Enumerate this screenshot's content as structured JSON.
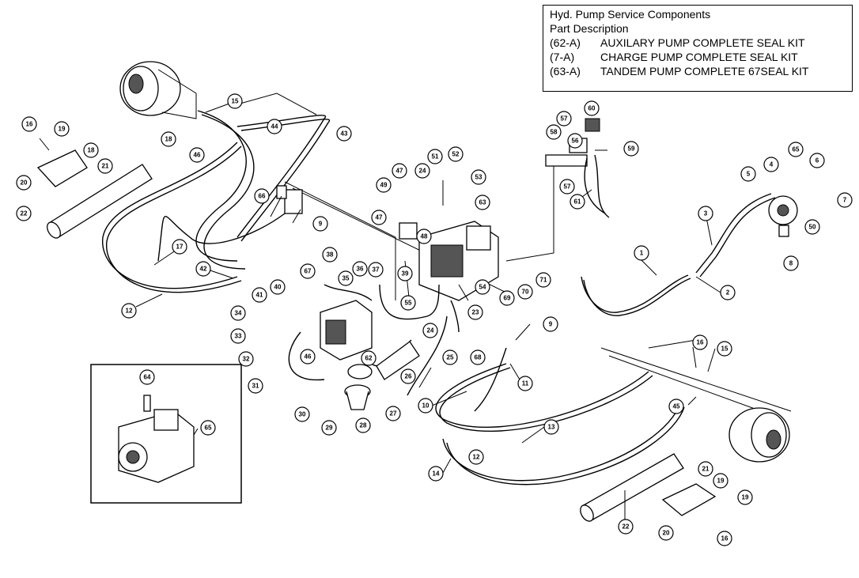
{
  "legend": {
    "title": "Hyd. Pump Service Components",
    "header": "Part Description",
    "rows": [
      {
        "code": "(62-A)",
        "desc": "AUXILARY PUMP COMPLETE SEAL KIT"
      },
      {
        "code": "(7-A)",
        "desc": "CHARGE PUMP COMPLETE SEAL KIT"
      },
      {
        "code": "(63-A)",
        "desc": "TANDEM PUMP COMPLETE 67SEAL KIT"
      }
    ]
  },
  "callouts": {
    "c15a": "15",
    "c16a": "16",
    "c19a": "19",
    "c18": "18",
    "c21a": "21",
    "c20a": "20",
    "c22a": "22",
    "c18b": "18",
    "c46": "46",
    "c44": "44",
    "c43": "43",
    "c66": "66",
    "c9a": "9",
    "c17": "17",
    "c42": "42",
    "c12a": "12",
    "c47a": "47",
    "c24a": "24",
    "c51": "51",
    "c52": "52",
    "c53": "53",
    "c49": "49",
    "c47b": "47",
    "c48": "48",
    "c63": "63",
    "c39": "39",
    "c54": "54",
    "c38": "38",
    "c36": "36",
    "c37": "37",
    "c67": "67",
    "c35": "35",
    "c40": "40",
    "c41": "41",
    "c34": "34",
    "c33": "33",
    "c32": "32",
    "c31": "31",
    "c46b": "46",
    "c62": "62",
    "c55": "55",
    "c24b": "24",
    "c23": "23",
    "c25": "25",
    "c26": "26",
    "c27": "27",
    "c28": "28",
    "c29": "29",
    "c30": "30",
    "c68": "68",
    "c9b": "9",
    "c11": "11",
    "c10": "10",
    "c69": "69",
    "c70": "70",
    "c71": "71",
    "c57a": "57",
    "c58": "58",
    "c60": "60",
    "c56": "56",
    "c59": "59",
    "c57b": "57",
    "c61": "61",
    "c65": "65",
    "c5": "5",
    "c4": "4",
    "c6": "6",
    "c7": "7",
    "c3": "3",
    "c50": "50",
    "c8": "8",
    "c1": "1",
    "c2": "2",
    "c15b": "15",
    "c16b": "16",
    "c45": "45",
    "c13": "13",
    "c12b": "12",
    "c14": "14",
    "c21b": "21",
    "c19b": "19",
    "c19c": "19",
    "c22b": "22",
    "c20b": "20",
    "c16c": "16",
    "c64": "64",
    "c65b": "65"
  }
}
